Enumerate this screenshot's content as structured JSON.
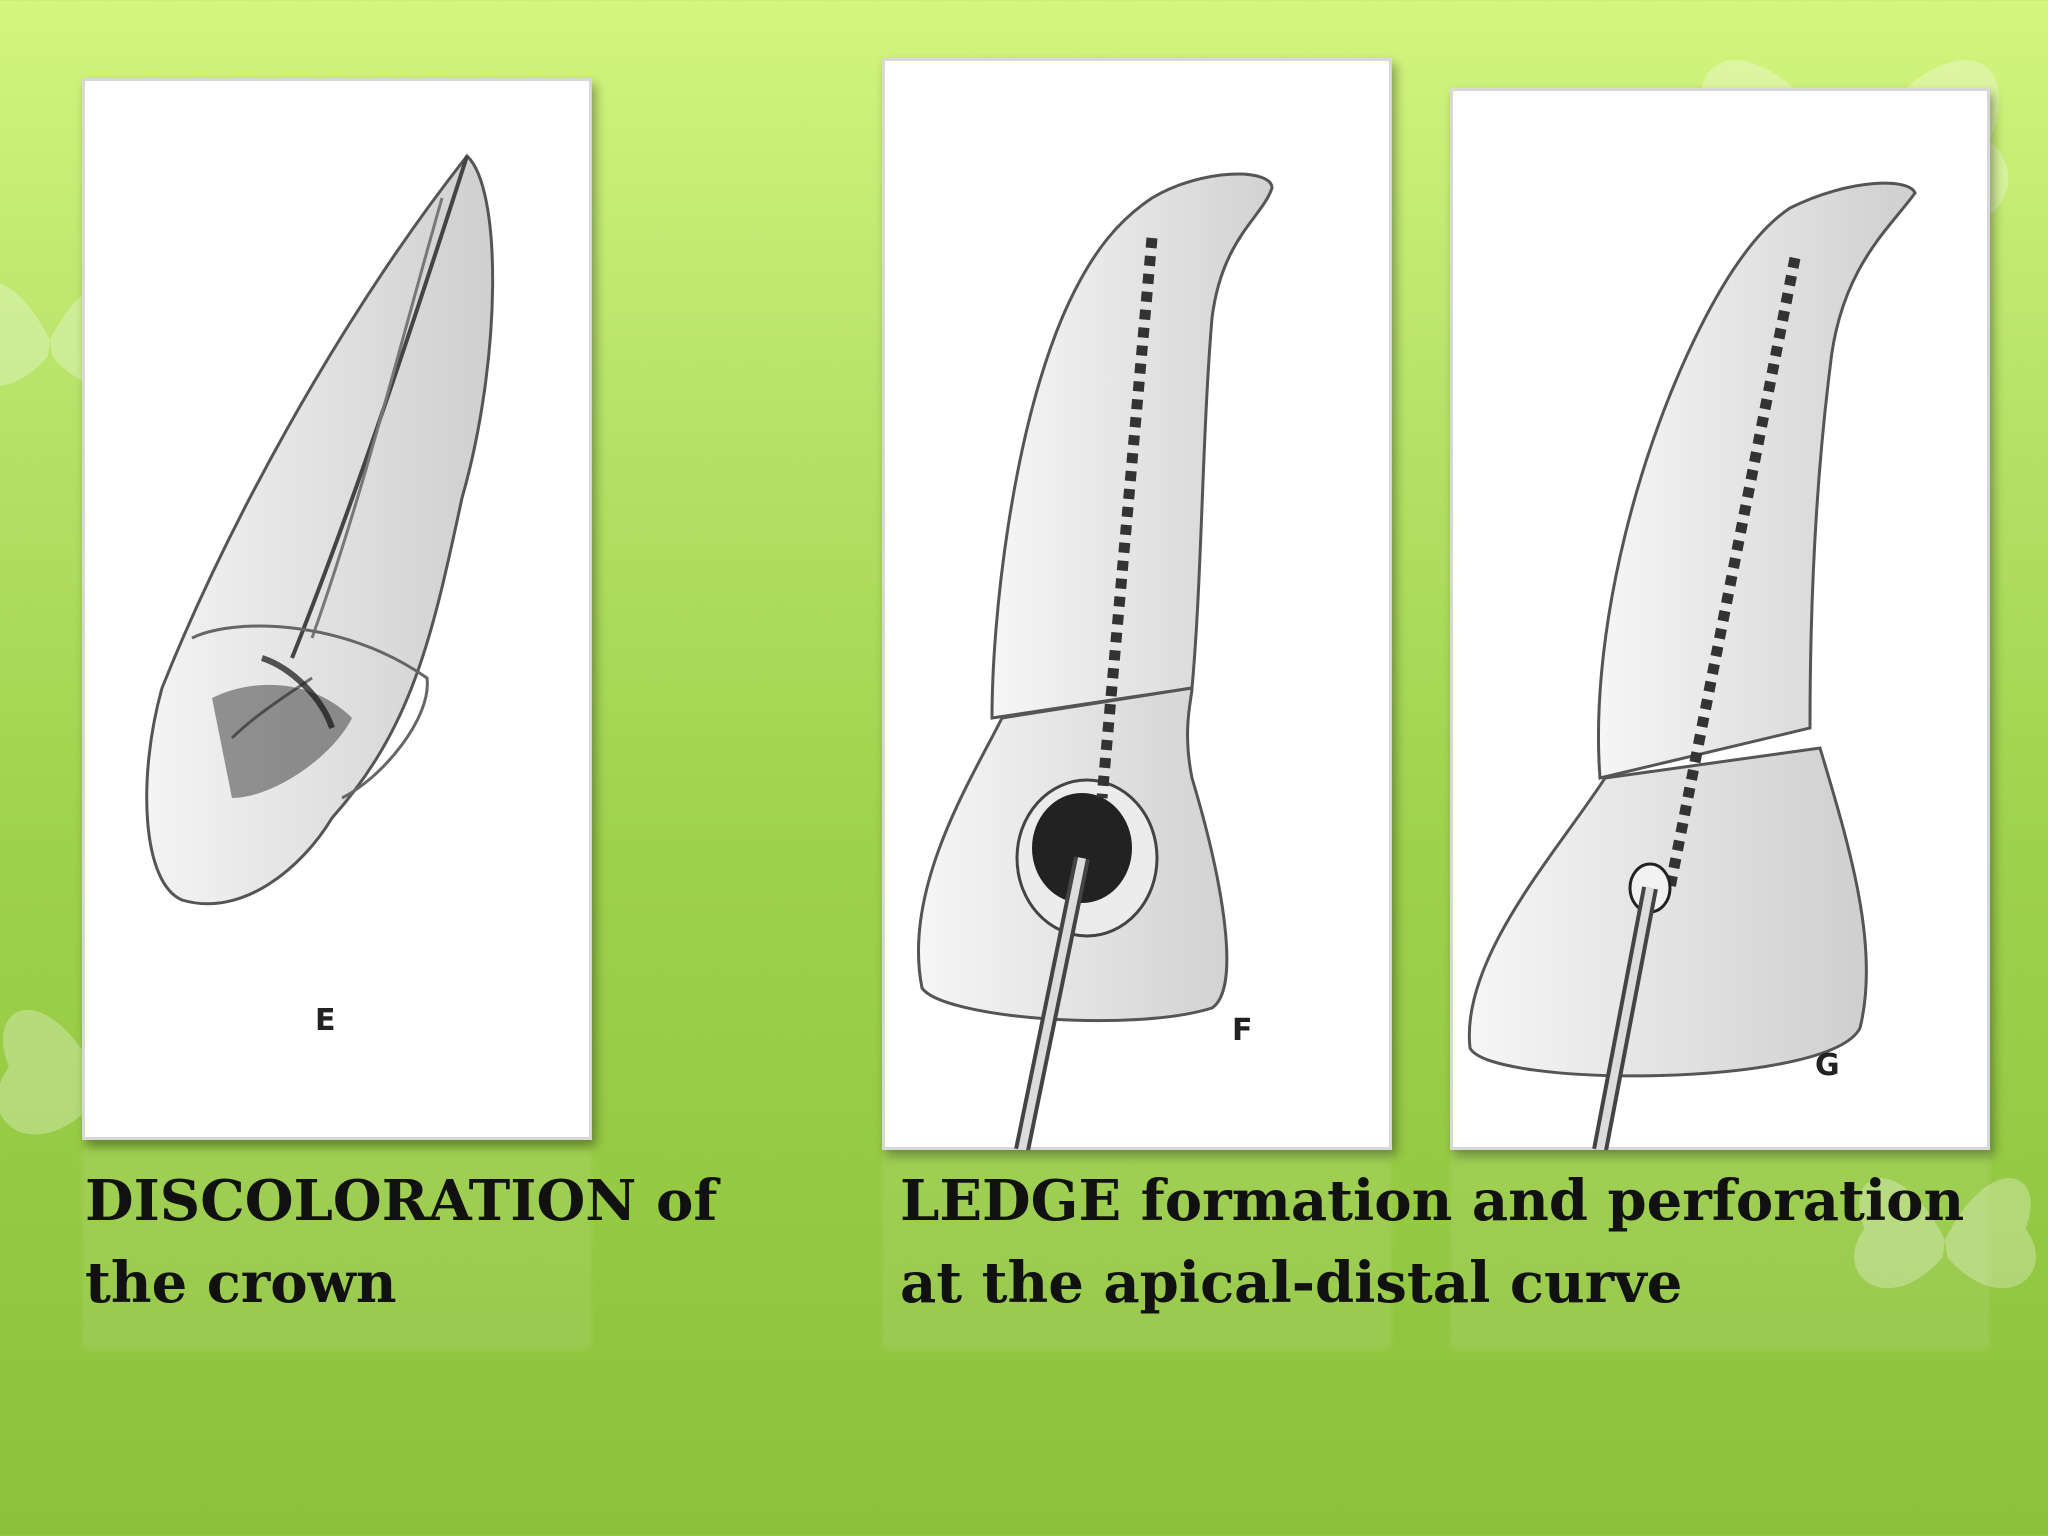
{
  "panels": [
    {
      "letter": "E"
    },
    {
      "letter": "F"
    },
    {
      "letter": "G"
    }
  ],
  "captions": {
    "left": "DISCOLORATION of\nthe crown",
    "right": "LEDGE formation and perforation\nat the apical-distal curve"
  },
  "colors": {
    "background_top": "#d4f57e",
    "background_bottom": "#8cc13b",
    "caption_text": "#111111"
  }
}
